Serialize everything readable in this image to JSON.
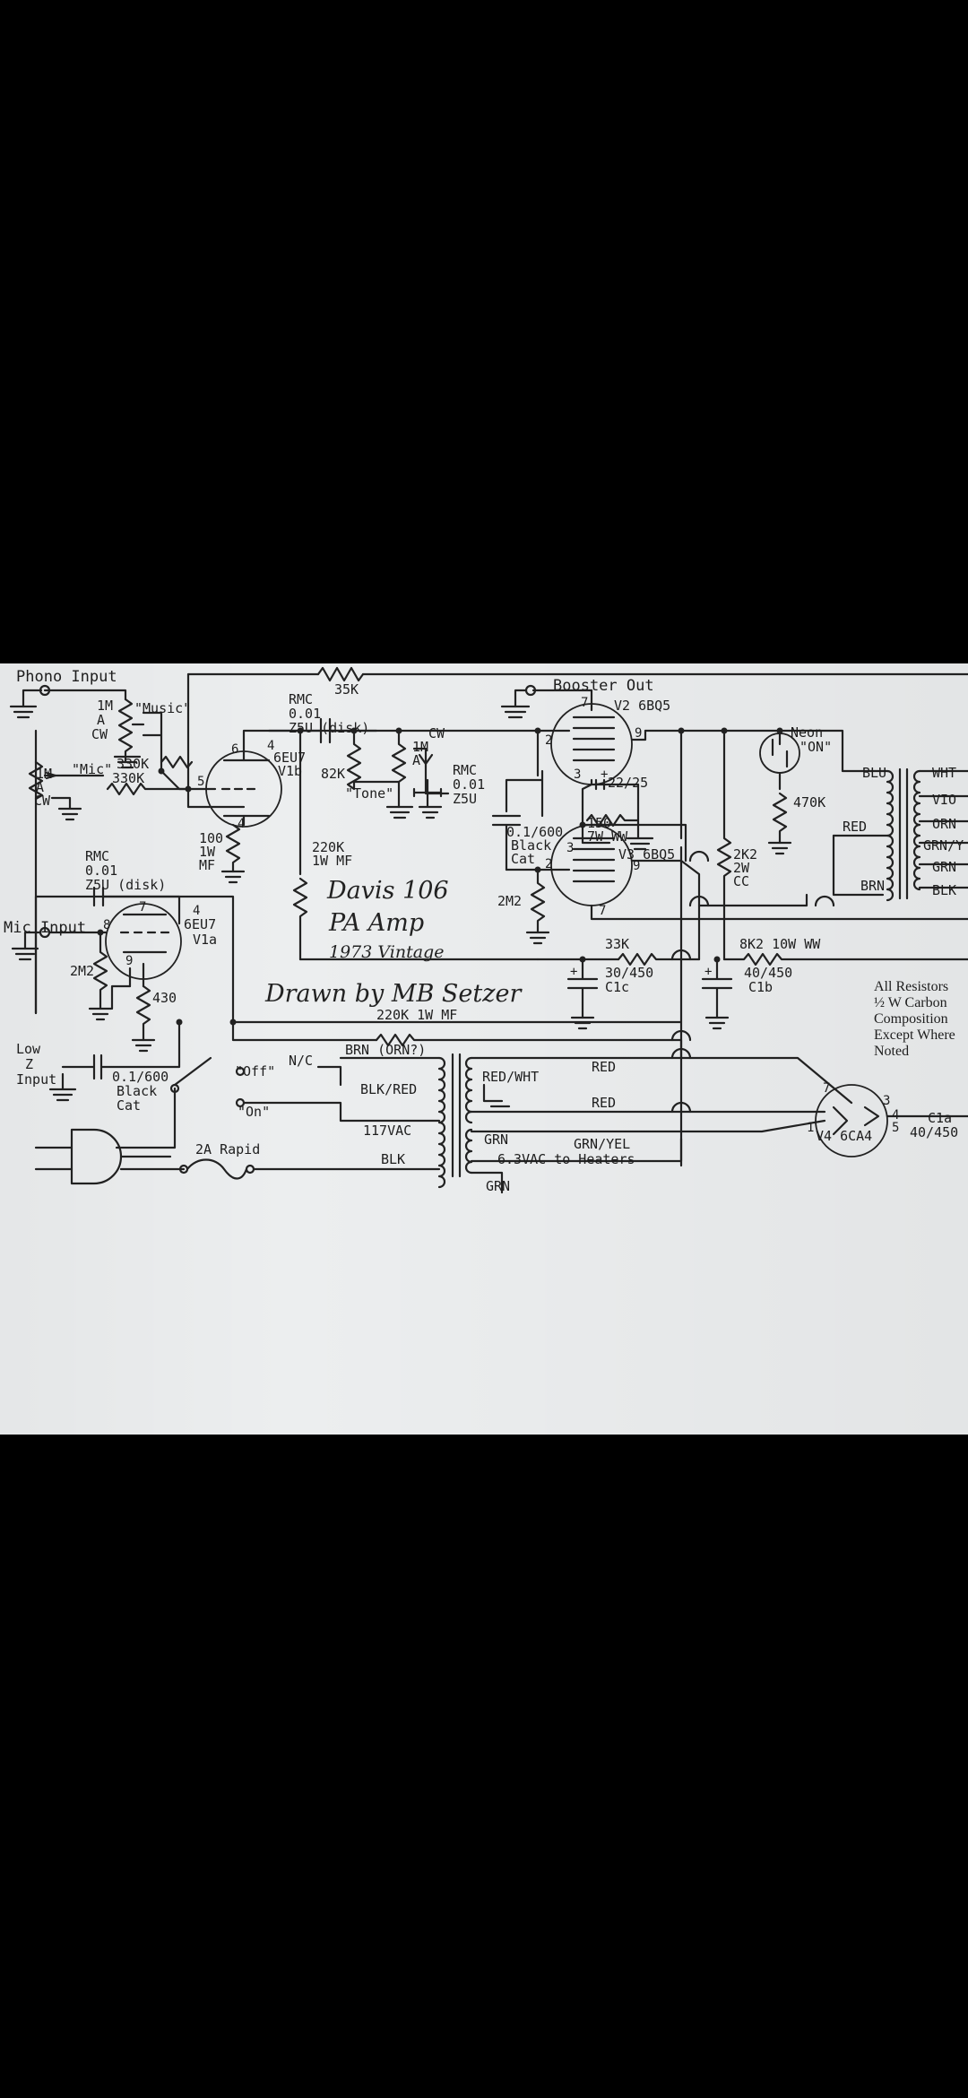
{
  "schematic": {
    "title_lines": [
      "Davis 106",
      "PA Amp",
      "1973 Vintage"
    ],
    "credit": "Drawn by MB Setzer",
    "notes": [
      "All Resistors",
      "½ W Carbon",
      "Composition",
      "Except Where",
      "Noted"
    ],
    "inputs": {
      "phono": "Phono Input",
      "mic": "Mic Input",
      "low_z": [
        "Low",
        "Z",
        "Input"
      ],
      "booster_out": "Booster Out"
    },
    "controls": {
      "music": "\"Music\"",
      "mic": "\"Mic\"",
      "tone": "\"Tone\"",
      "off": "\"Off\"",
      "on": "\"On\"",
      "nc": "N/C",
      "neon": [
        "Neon",
        "\"ON\""
      ]
    },
    "tubes": {
      "v1b": [
        "6EU7",
        "V1b"
      ],
      "v1a": [
        "6EU7",
        "V1a"
      ],
      "v2": "V2 6BQ5",
      "v3": "V3 6BQ5",
      "v4": "V4 6CA4"
    },
    "parts": {
      "r35k": "35K",
      "pot_music": [
        "1M",
        "A",
        "CW"
      ],
      "r330k_a": "330K",
      "pot_mic": [
        "1M",
        "A",
        "CW"
      ],
      "r330k_b": "330K",
      "cap_rmc_top": [
        "RMC",
        "0.01",
        "Z5U (disk)"
      ],
      "r82k": "82K",
      "pot_tone": [
        "1M",
        "A",
        "CW"
      ],
      "cap_rmc_tone": [
        "RMC",
        "0.01",
        "Z5U"
      ],
      "r100": [
        "100",
        "1W",
        "MF"
      ],
      "r220k": [
        "220K",
        "1W MF"
      ],
      "cap_rmc_mid": [
        "RMC",
        "0.01",
        "Z5U (disk)"
      ],
      "r2m2_a": "2M2",
      "r430": "430",
      "cap_2225": "22/25",
      "r150": [
        "150",
        "7W WW"
      ],
      "cap_blackcat_a": [
        "0.1/600",
        "Black",
        "Cat"
      ],
      "r2m2_b": "2M2",
      "r2k2": [
        "2K2",
        "2W",
        "CC"
      ],
      "r470k": "470K",
      "r33k": "33K",
      "r8k2": "8K2 10W WW",
      "cap_c1c": [
        "30/450",
        "C1c"
      ],
      "cap_c1b": [
        "40/450",
        "C1b"
      ],
      "r220k_b": "220K 1W MF",
      "cap_blackcat_b": [
        "0.1/600",
        "Black",
        "Cat"
      ],
      "fuse": "2A Rapid",
      "cap_c1a": [
        "C1a",
        "40/450"
      ]
    },
    "transformer_wires": {
      "output": [
        "BLU",
        "WHT",
        "VIO",
        "ORN",
        "GRN/Y",
        "GRN",
        "BLK",
        "RED",
        "BRN"
      ],
      "power": [
        "BRN (ORN?)",
        "BLK/RED",
        "117VAC",
        "BLK",
        "RED/WHT",
        "RED",
        "RED",
        "GRN",
        "GRN/YEL",
        "6.3VAC to Heaters",
        "GRN"
      ]
    },
    "pins": [
      "4",
      "6",
      "5",
      "4",
      "7",
      "8",
      "9",
      "4",
      "7",
      "2",
      "9",
      "3",
      "2",
      "9",
      "3",
      "7",
      "1",
      "5",
      "4",
      "3",
      "7",
      "+",
      "+",
      "+"
    ]
  }
}
